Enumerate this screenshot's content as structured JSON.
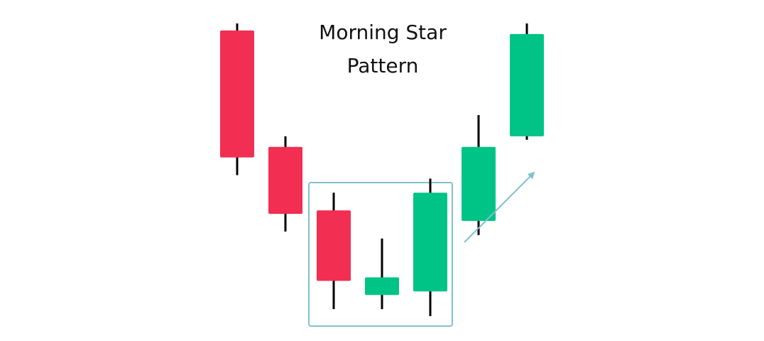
{
  "title_lines": [
    "Morning Star",
    "Pattern"
  ],
  "colors": {
    "bearish": "#F22E52",
    "bullish": "#00C485",
    "wick": "#000000",
    "highlight_box": "#7FC1CC",
    "arrow": "#7FC1CC",
    "title_text": "#111111",
    "background": "#FFFFFF"
  },
  "chart_data": {
    "type": "candlestick",
    "candles": [
      {
        "direction": "bearish",
        "open": 100,
        "close": 64,
        "high": 102,
        "low": 59
      },
      {
        "direction": "bearish",
        "open": 67,
        "close": 48,
        "high": 70,
        "low": 43
      },
      {
        "direction": "bearish",
        "open": 49,
        "close": 29,
        "high": 54,
        "low": 21
      },
      {
        "direction": "bullish",
        "open": 25,
        "close": 30,
        "high": 41,
        "low": 21
      },
      {
        "direction": "bullish",
        "open": 26,
        "close": 54,
        "high": 58,
        "low": 19
      },
      {
        "direction": "bullish",
        "open": 46,
        "close": 67,
        "high": 76,
        "low": 42
      },
      {
        "direction": "bullish",
        "open": 70,
        "close": 99,
        "high": 102,
        "low": 69
      }
    ],
    "highlighted_candles": [
      2,
      3,
      4
    ],
    "trend_arrow": "up"
  }
}
